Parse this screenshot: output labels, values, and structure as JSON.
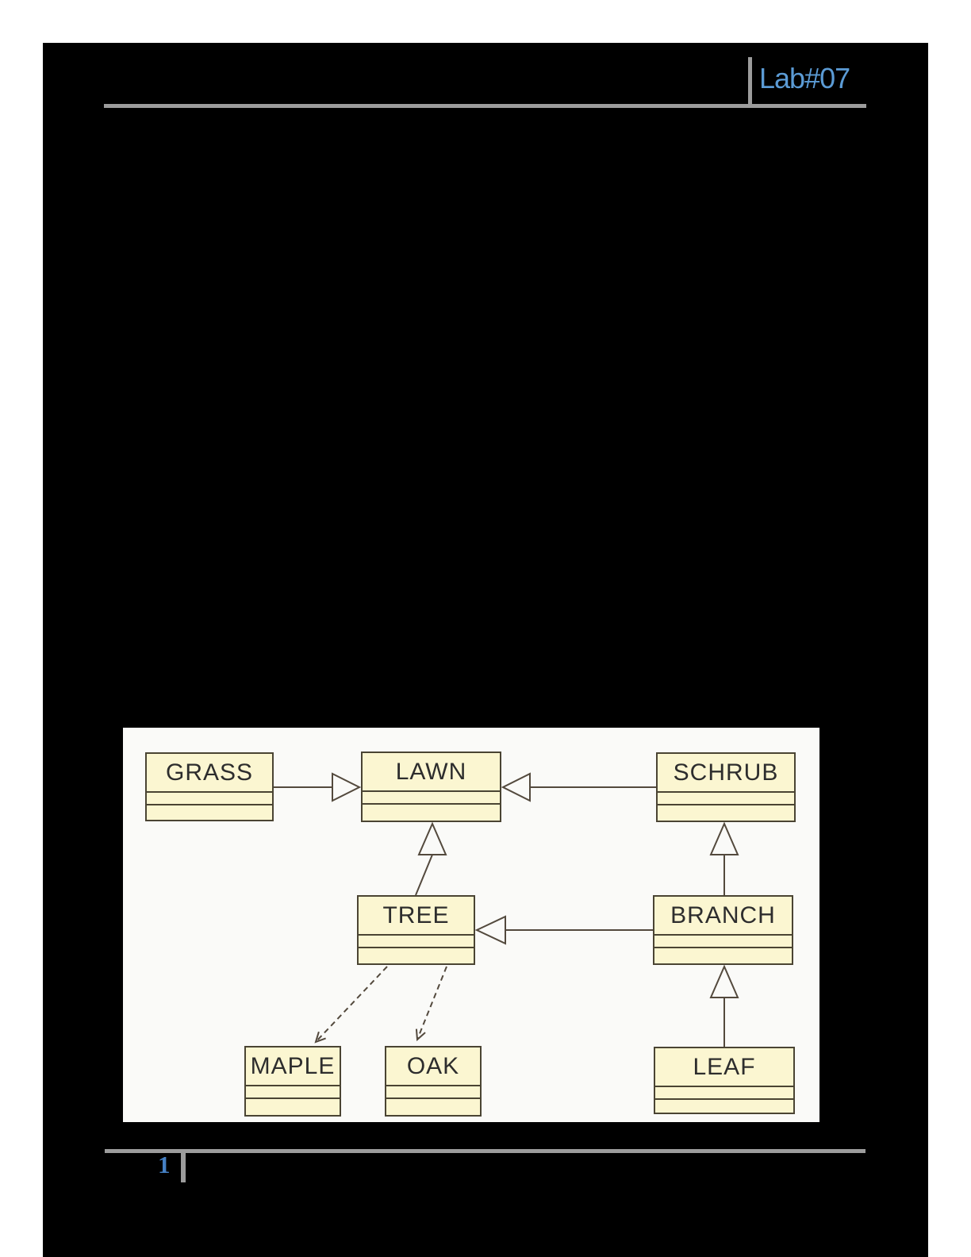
{
  "header": {
    "lab_label": "Lab#07"
  },
  "footer": {
    "page_number": "1"
  },
  "colors": {
    "header_blue": "#5b9bd5",
    "page_number_blue": "#4580c4",
    "rule_gray": "#9c9c9c",
    "content_background": "#000000",
    "box_fill": "#fbf6d1",
    "box_border": "#4a4433",
    "connector_line": "#53493d",
    "diagram_background": "#fafaf8"
  },
  "diagram": {
    "classes": [
      {
        "name": "GRASS"
      },
      {
        "name": "LAWN"
      },
      {
        "name": "SCHRUB"
      },
      {
        "name": "TREE"
      },
      {
        "name": "BRANCH"
      },
      {
        "name": "MAPLE"
      },
      {
        "name": "OAK"
      },
      {
        "name": "LEAF"
      }
    ],
    "relationships": [
      {
        "type": "generalization",
        "from": "GRASS",
        "to": "LAWN"
      },
      {
        "type": "generalization",
        "from": "SCHRUB",
        "to": "LAWN"
      },
      {
        "type": "generalization",
        "from": "TREE",
        "to": "LAWN"
      },
      {
        "type": "generalization",
        "from": "BRANCH",
        "to": "TREE"
      },
      {
        "type": "generalization",
        "from": "BRANCH",
        "to": "SCHRUB"
      },
      {
        "type": "generalization",
        "from": "LEAF",
        "to": "BRANCH"
      },
      {
        "type": "dependency",
        "from": "TREE",
        "to": "MAPLE"
      },
      {
        "type": "dependency",
        "from": "TREE",
        "to": "OAK"
      }
    ]
  }
}
